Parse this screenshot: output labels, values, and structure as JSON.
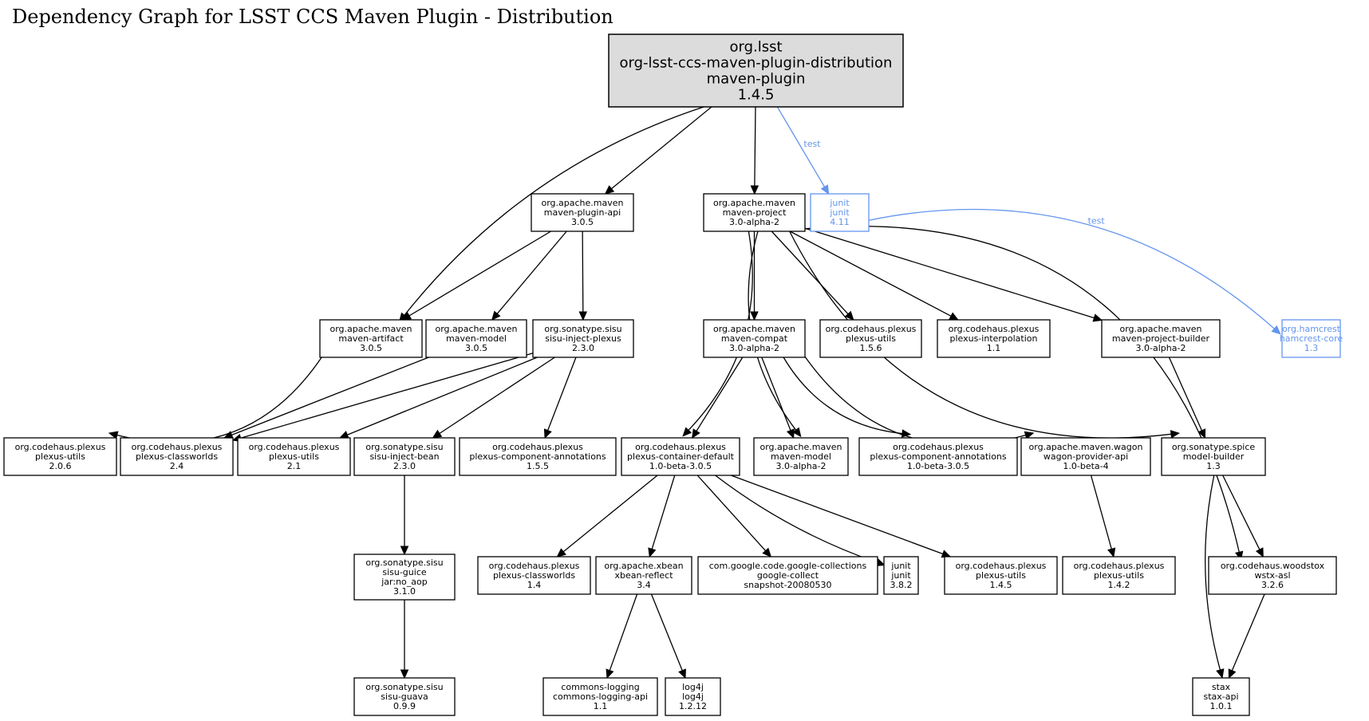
{
  "title": "Dependency Graph for LSST CCS Maven Plugin - Distribution",
  "nodes": {
    "root": {
      "lines": [
        "org.lsst",
        "org-lsst-ccs-maven-plugin-distribution",
        "maven-plugin",
        "1.4.5"
      ]
    },
    "plugin_api": {
      "lines": [
        "org.apache.maven",
        "maven-plugin-api",
        "3.0.5"
      ]
    },
    "maven_project": {
      "lines": [
        "org.apache.maven",
        "maven-project",
        "3.0-alpha-2"
      ]
    },
    "junit_411": {
      "lines": [
        "junit",
        "junit",
        "4.11"
      ]
    },
    "artifact": {
      "lines": [
        "org.apache.maven",
        "maven-artifact",
        "3.0.5"
      ]
    },
    "model_305": {
      "lines": [
        "org.apache.maven",
        "maven-model",
        "3.0.5"
      ]
    },
    "inject_plexus": {
      "lines": [
        "org.sonatype.sisu",
        "sisu-inject-plexus",
        "2.3.0"
      ]
    },
    "compat": {
      "lines": [
        "org.apache.maven",
        "maven-compat",
        "3.0-alpha-2"
      ]
    },
    "utils_156": {
      "lines": [
        "org.codehaus.plexus",
        "plexus-utils",
        "1.5.6"
      ]
    },
    "interp": {
      "lines": [
        "org.codehaus.plexus",
        "plexus-interpolation",
        "1.1"
      ]
    },
    "project_builder": {
      "lines": [
        "org.apache.maven",
        "maven-project-builder",
        "3.0-alpha-2"
      ]
    },
    "hamcrest": {
      "lines": [
        "org.hamcrest",
        "hamcrest-core",
        "1.3"
      ]
    },
    "utils_206": {
      "lines": [
        "org.codehaus.plexus",
        "plexus-utils",
        "2.0.6"
      ]
    },
    "classworlds_24": {
      "lines": [
        "org.codehaus.plexus",
        "plexus-classworlds",
        "2.4"
      ]
    },
    "utils_21": {
      "lines": [
        "org.codehaus.plexus",
        "plexus-utils",
        "2.1"
      ]
    },
    "inject_bean": {
      "lines": [
        "org.sonatype.sisu",
        "sisu-inject-bean",
        "2.3.0"
      ]
    },
    "comp_ann_155": {
      "lines": [
        "org.codehaus.plexus",
        "plexus-component-annotations",
        "1.5.5"
      ]
    },
    "container": {
      "lines": [
        "org.codehaus.plexus",
        "plexus-container-default",
        "1.0-beta-3.0.5"
      ]
    },
    "model_alpha": {
      "lines": [
        "org.apache.maven",
        "maven-model",
        "3.0-alpha-2"
      ]
    },
    "comp_ann_beta": {
      "lines": [
        "org.codehaus.plexus",
        "plexus-component-annotations",
        "1.0-beta-3.0.5"
      ]
    },
    "wagon": {
      "lines": [
        "org.apache.maven.wagon",
        "wagon-provider-api",
        "1.0-beta-4"
      ]
    },
    "spice": {
      "lines": [
        "org.sonatype.spice",
        "model-builder",
        "1.3"
      ]
    },
    "guice": {
      "lines": [
        "org.sonatype.sisu",
        "sisu-guice",
        "jar:no_aop",
        "3.1.0"
      ]
    },
    "classworlds_14": {
      "lines": [
        "org.codehaus.plexus",
        "plexus-classworlds",
        "1.4"
      ]
    },
    "xbean": {
      "lines": [
        "org.apache.xbean",
        "xbean-reflect",
        "3.4"
      ]
    },
    "google": {
      "lines": [
        "com.google.code.google-collections",
        "google-collect",
        "snapshot-20080530"
      ]
    },
    "junit_382": {
      "lines": [
        "junit",
        "junit",
        "3.8.2"
      ]
    },
    "utils_145": {
      "lines": [
        "org.codehaus.plexus",
        "plexus-utils",
        "1.4.5"
      ]
    },
    "utils_142": {
      "lines": [
        "org.codehaus.plexus",
        "plexus-utils",
        "1.4.2"
      ]
    },
    "woodstox": {
      "lines": [
        "org.codehaus.woodstox",
        "wstx-asl",
        "3.2.6"
      ]
    },
    "guava": {
      "lines": [
        "org.sonatype.sisu",
        "sisu-guava",
        "0.9.9"
      ]
    },
    "logging": {
      "lines": [
        "commons-logging",
        "commons-logging-api",
        "1.1"
      ]
    },
    "log4j": {
      "lines": [
        "log4j",
        "log4j",
        "1.2.12"
      ]
    },
    "stax": {
      "lines": [
        "stax",
        "stax-api",
        "1.0.1"
      ]
    }
  },
  "edges": [
    {
      "from": "root",
      "to": "artifact"
    },
    {
      "from": "root",
      "to": "plugin_api"
    },
    {
      "from": "root",
      "to": "maven_project"
    },
    {
      "from": "root",
      "to": "junit_411",
      "scope": "test"
    },
    {
      "from": "junit_411",
      "to": "hamcrest",
      "scope": "test"
    },
    {
      "from": "plugin_api",
      "to": "artifact"
    },
    {
      "from": "plugin_api",
      "to": "model_305"
    },
    {
      "from": "plugin_api",
      "to": "inject_plexus"
    },
    {
      "from": "maven_project",
      "to": "compat"
    },
    {
      "from": "maven_project",
      "to": "utils_156"
    },
    {
      "from": "maven_project",
      "to": "interp"
    },
    {
      "from": "maven_project",
      "to": "project_builder"
    },
    {
      "from": "maven_project",
      "to": "container"
    },
    {
      "from": "maven_project",
      "to": "model_alpha"
    },
    {
      "from": "maven_project",
      "to": "spice"
    },
    {
      "from": "maven_project",
      "to": "woodstox"
    },
    {
      "from": "artifact",
      "to": "utils_206"
    },
    {
      "from": "model_305",
      "to": "classworlds_24"
    },
    {
      "from": "inject_plexus",
      "to": "classworlds_24"
    },
    {
      "from": "inject_plexus",
      "to": "utils_21"
    },
    {
      "from": "inject_plexus",
      "to": "inject_bean"
    },
    {
      "from": "inject_plexus",
      "to": "comp_ann_155"
    },
    {
      "from": "compat",
      "to": "container"
    },
    {
      "from": "compat",
      "to": "model_alpha"
    },
    {
      "from": "compat",
      "to": "comp_ann_beta"
    },
    {
      "from": "compat",
      "to": "wagon"
    },
    {
      "from": "project_builder",
      "to": "spice"
    },
    {
      "from": "inject_bean",
      "to": "guice"
    },
    {
      "from": "guice",
      "to": "guava"
    },
    {
      "from": "container",
      "to": "classworlds_14"
    },
    {
      "from": "container",
      "to": "xbean"
    },
    {
      "from": "container",
      "to": "google"
    },
    {
      "from": "container",
      "to": "junit_382"
    },
    {
      "from": "container",
      "to": "utils_145"
    },
    {
      "from": "wagon",
      "to": "utils_142"
    },
    {
      "from": "spice",
      "to": "woodstox"
    },
    {
      "from": "spice",
      "to": "stax"
    },
    {
      "from": "xbean",
      "to": "logging"
    },
    {
      "from": "xbean",
      "to": "log4j"
    },
    {
      "from": "woodstox",
      "to": "stax"
    }
  ],
  "edge_label_test": "test",
  "colors": {
    "test": "#6495ed",
    "root_fill": "#dcdcdc",
    "default": "#000000"
  }
}
